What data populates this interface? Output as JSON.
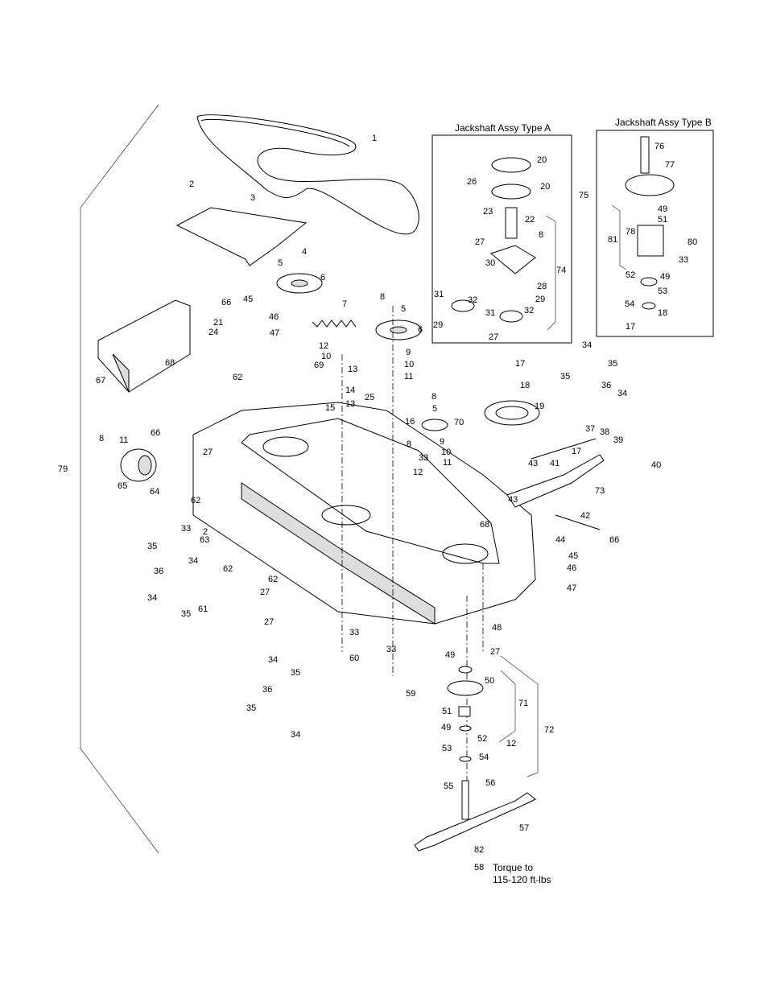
{
  "titles": {
    "jackshaft_a": "Jackshaft Assy Type A",
    "jackshaft_b": "Jackshaft Assy Type B",
    "torque_line1": "Torque to",
    "torque_line2": "115-120 ft-lbs"
  },
  "callouts": [
    "1",
    "2",
    "3",
    "4",
    "5",
    "6",
    "45",
    "46",
    "47",
    "66",
    "21",
    "24",
    "7",
    "8",
    "5",
    "6",
    "67",
    "68",
    "12",
    "10",
    "69",
    "13",
    "9",
    "10",
    "11",
    "62",
    "14",
    "25",
    "13",
    "15",
    "20",
    "26",
    "20",
    "23",
    "22",
    "27",
    "8",
    "30",
    "74",
    "28",
    "31",
    "32",
    "29",
    "32",
    "31",
    "29",
    "27",
    "76",
    "77",
    "75",
    "49",
    "51",
    "81",
    "78",
    "80",
    "33",
    "52",
    "49",
    "53",
    "54",
    "18",
    "17",
    "17",
    "18",
    "19",
    "34",
    "35",
    "35",
    "36",
    "34",
    "8",
    "5",
    "70",
    "16",
    "8",
    "9",
    "10",
    "33",
    "11",
    "12",
    "37",
    "38",
    "39",
    "17",
    "41",
    "40",
    "43",
    "73",
    "43",
    "42",
    "68",
    "44",
    "66",
    "45",
    "46",
    "47",
    "48",
    "27",
    "8",
    "11",
    "66",
    "27",
    "65",
    "64",
    "79",
    "62",
    "33",
    "63",
    "2",
    "35",
    "34",
    "36",
    "34",
    "35",
    "62",
    "62",
    "27",
    "61",
    "27",
    "33",
    "60",
    "33",
    "59",
    "49",
    "50",
    "71",
    "51",
    "49",
    "52",
    "53",
    "54",
    "12",
    "72",
    "55",
    "56",
    "57",
    "82",
    "58",
    "34",
    "35",
    "36",
    "35",
    "34"
  ]
}
